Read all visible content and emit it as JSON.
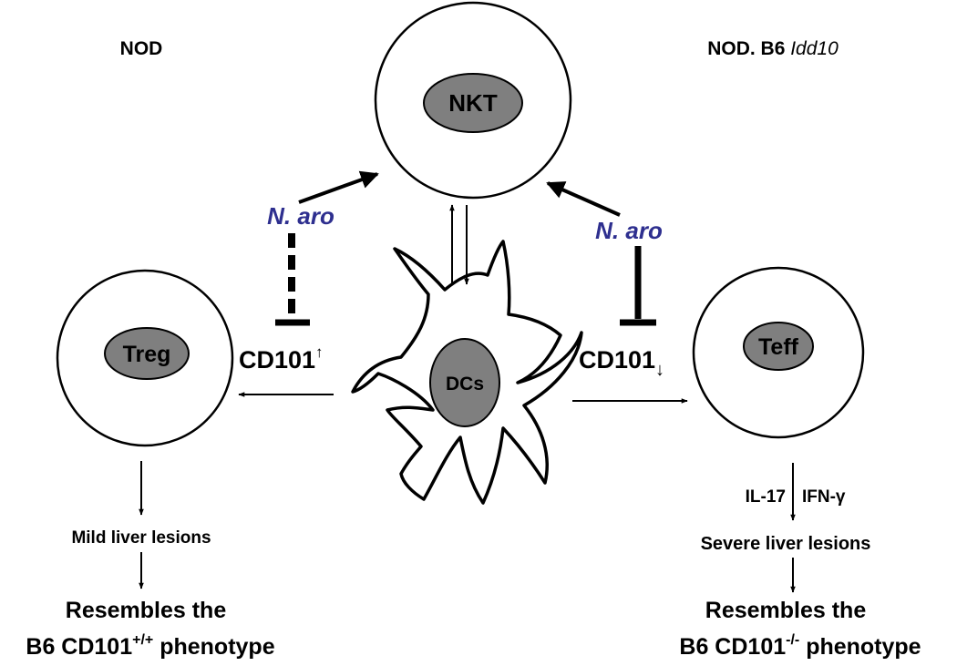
{
  "headers": {
    "left": "NOD",
    "right_prefix": "NOD. B6 ",
    "right_italic": "Idd10"
  },
  "cells": {
    "nkt": "NKT",
    "treg": "Treg",
    "teff": "Teff",
    "dcs": "DCs"
  },
  "pathogen": {
    "left": "N. aro",
    "right": "N. aro"
  },
  "cd101": {
    "left": "CD101",
    "left_arrow": "↑",
    "right": "CD101",
    "right_arrow": "↓"
  },
  "left_branch": {
    "outcome": "Mild liver lesions",
    "resembles": "Resembles the",
    "phenotype_prefix": "B6 CD101",
    "phenotype_sup": "+/+",
    "phenotype_suffix": " phenotype"
  },
  "right_branch": {
    "cytokine_1": "IL-17",
    "cytokine_2": "IFN-γ",
    "outcome": "Severe liver lesions",
    "resembles": "Resembles the",
    "phenotype_prefix": "B6 CD101",
    "phenotype_sup": "-/-",
    "phenotype_suffix": " phenotype"
  },
  "colors": {
    "pathogen_text": "#2e2f8f",
    "nucleus_fill": "#7f7f7f",
    "line": "#000000"
  }
}
